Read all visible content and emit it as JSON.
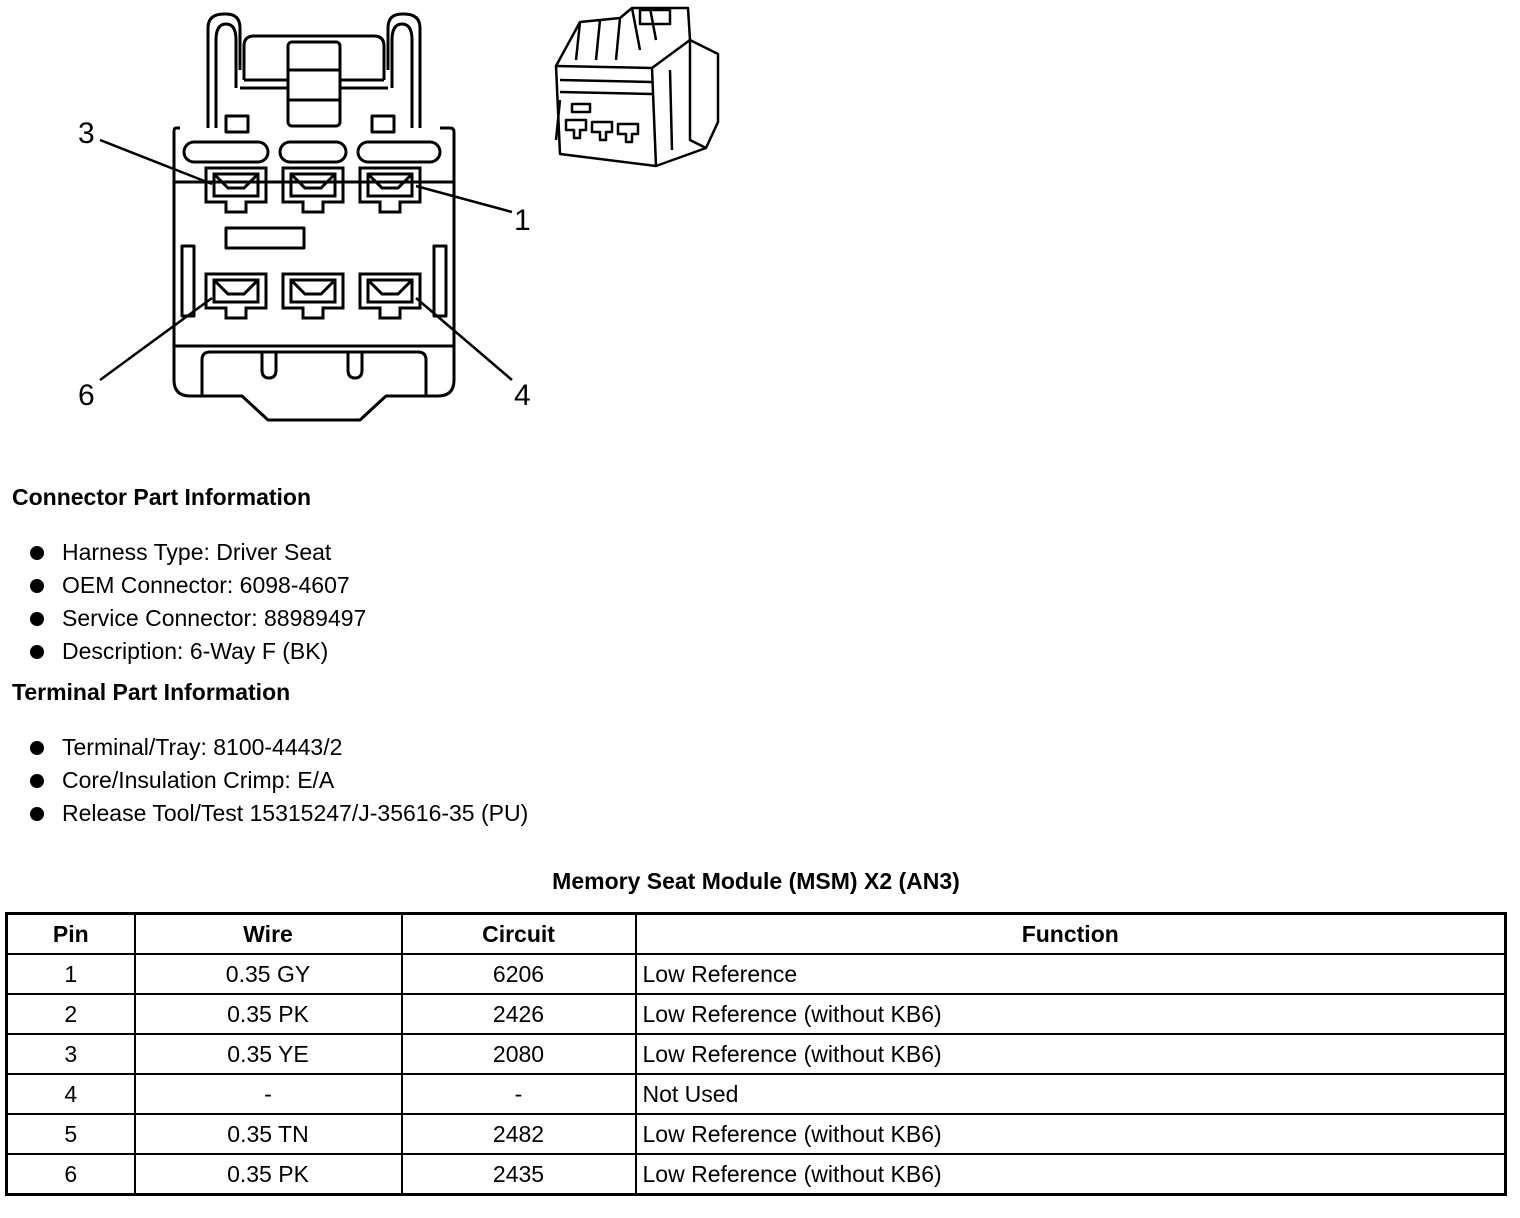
{
  "diagram": {
    "callouts": [
      "3",
      "1",
      "6",
      "4"
    ]
  },
  "connector_info": {
    "title": "Connector Part Information",
    "items": [
      "Harness Type: Driver Seat",
      "OEM Connector: 6098-4607",
      "Service Connector: 88989497",
      "Description: 6-Way F (BK)"
    ]
  },
  "terminal_info": {
    "title": "Terminal Part Information",
    "items": [
      "Terminal/Tray: 8100-4443/2",
      "Core/Insulation Crimp: E/A",
      "Release Tool/Test 15315247/J-35616-35 (PU)"
    ]
  },
  "table": {
    "title": "Memory Seat Module (MSM) X2 (AN3)",
    "headers": [
      "Pin",
      "Wire",
      "Circuit",
      "Function"
    ],
    "rows": [
      [
        "1",
        "0.35 GY",
        "6206",
        "Low Reference"
      ],
      [
        "2",
        "0.35 PK",
        "2426",
        "Low Reference (without KB6)"
      ],
      [
        "3",
        "0.35 YE",
        "2080",
        "Low Reference (without KB6)"
      ],
      [
        "4",
        "-",
        "-",
        "Not Used"
      ],
      [
        "5",
        "0.35 TN",
        "2482",
        "Low Reference (without KB6)"
      ],
      [
        "6",
        "0.35 PK",
        "2435",
        "Low Reference (without KB6)"
      ]
    ]
  }
}
